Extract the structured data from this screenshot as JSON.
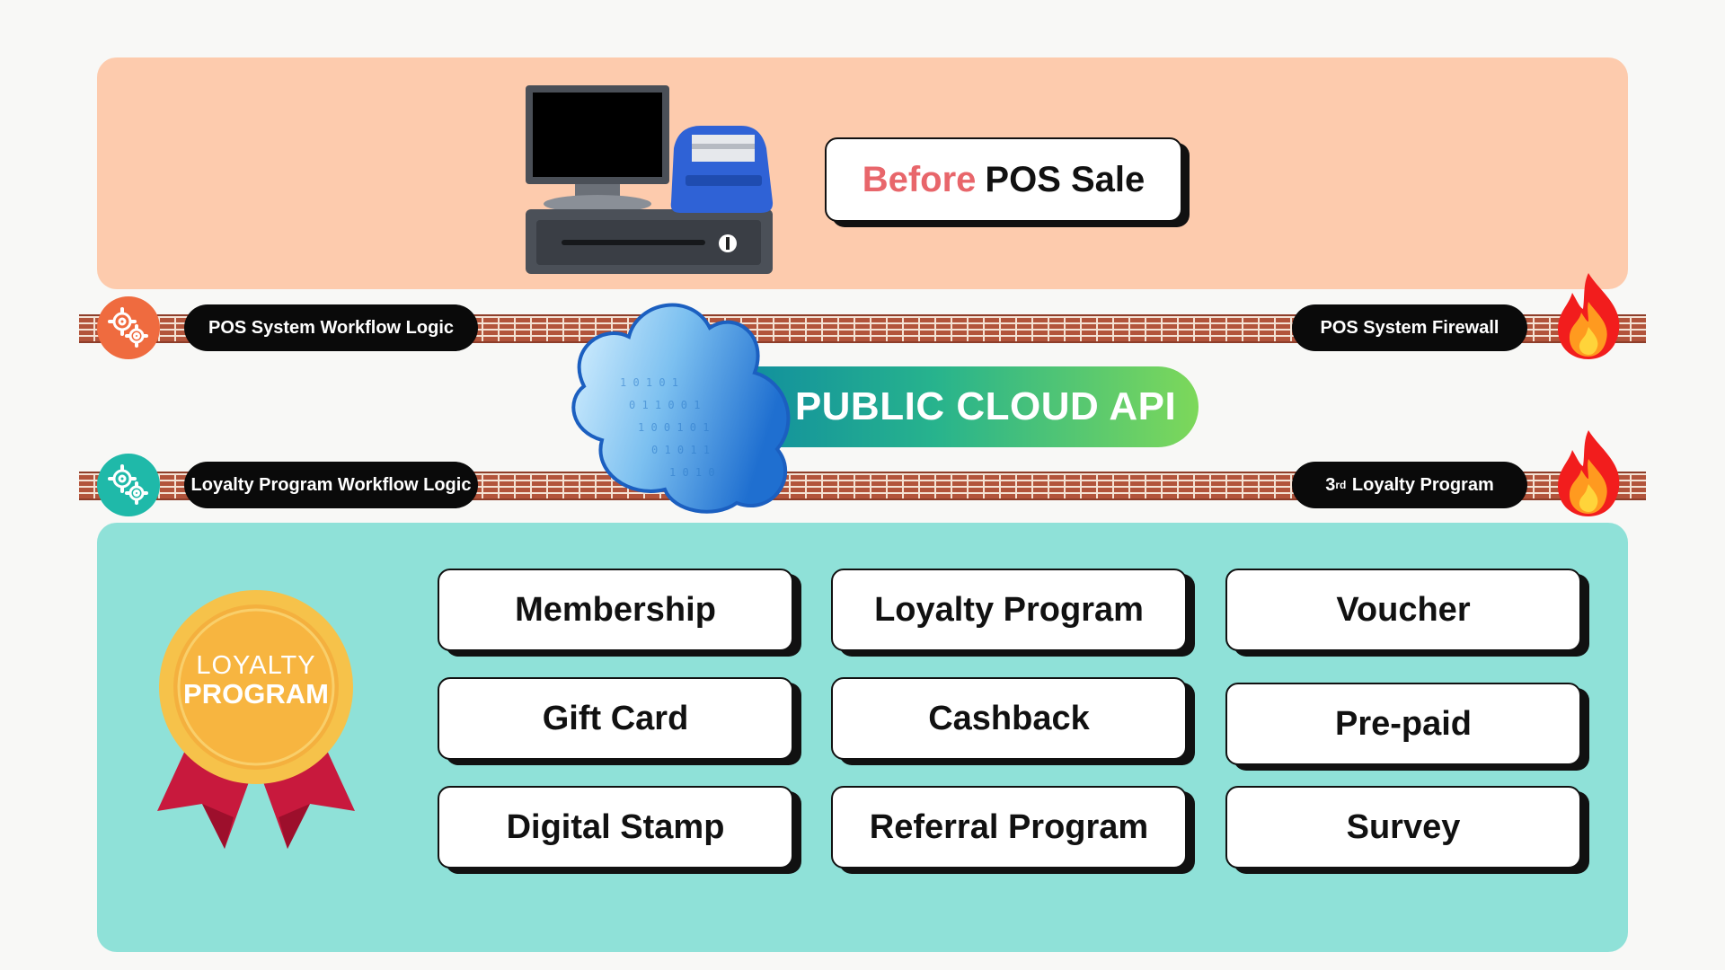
{
  "header": {
    "accent_word": "Before",
    "rest": "POS Sale"
  },
  "walls": {
    "pos_workflow": "POS System Workflow Logic",
    "pos_firewall": "POS System Firewall",
    "loyalty_workflow": "Loyalty Program Workflow Logic",
    "third_party_num": "3",
    "third_party_sup": "rd",
    "third_party_rest": "Loyalty Program"
  },
  "api": {
    "label": "PUBLIC CLOUD API"
  },
  "medal": {
    "line1": "LOYALTY",
    "line2": "PROGRAM"
  },
  "features": [
    "Membership",
    "Loyalty Program",
    "Voucher",
    "Gift Card",
    "Cashback",
    "Pre-paid",
    "Digital Stamp",
    "Referral Program",
    "Survey"
  ],
  "colors": {
    "top_panel": "#fdcbad",
    "bottom_panel": "#8fe1d8",
    "accent_red": "#e8666b",
    "brick": "#b2543b",
    "gear_orange": "#ef6b3f",
    "gear_teal": "#1fb9a9"
  },
  "icons": [
    "pos-terminal-icon",
    "gear-icon",
    "flame-icon",
    "cloud-icon",
    "medal-icon"
  ]
}
